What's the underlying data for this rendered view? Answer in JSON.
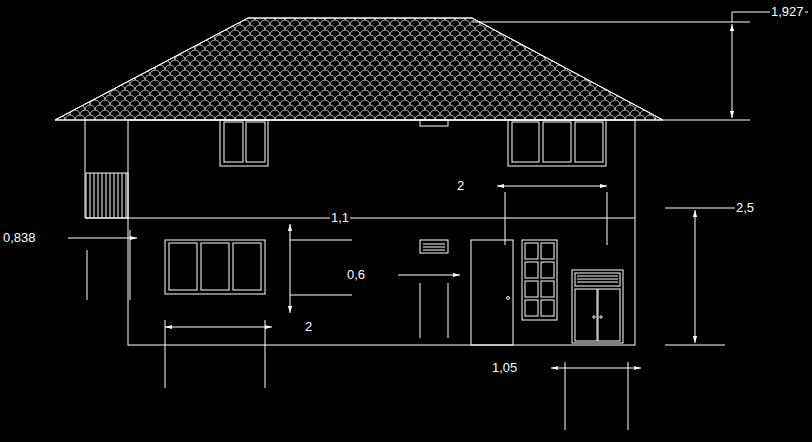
{
  "diagram": {
    "labels": [
      "1,927",
      "2",
      "2,5",
      "1,1",
      "0,838",
      "0,6",
      "2",
      "1,05"
    ]
  }
}
